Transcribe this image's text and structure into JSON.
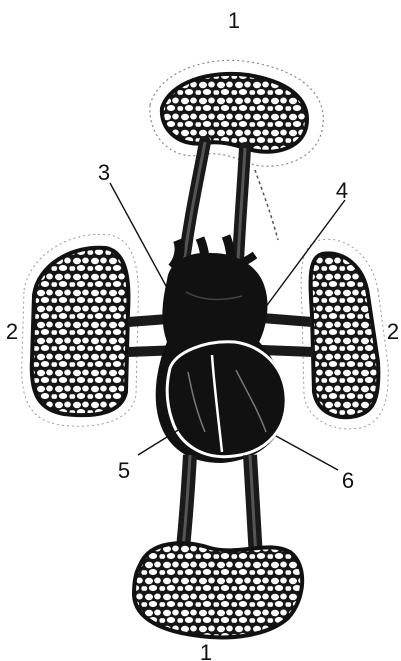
{
  "labels": {
    "top": "1",
    "bottom": "1",
    "left_lung": "2",
    "right_lung": "2",
    "label_3": "3",
    "label_4": "4",
    "label_5": "5",
    "label_6": "6"
  },
  "colors": {
    "ink": "#111111",
    "background": "#ffffff"
  }
}
